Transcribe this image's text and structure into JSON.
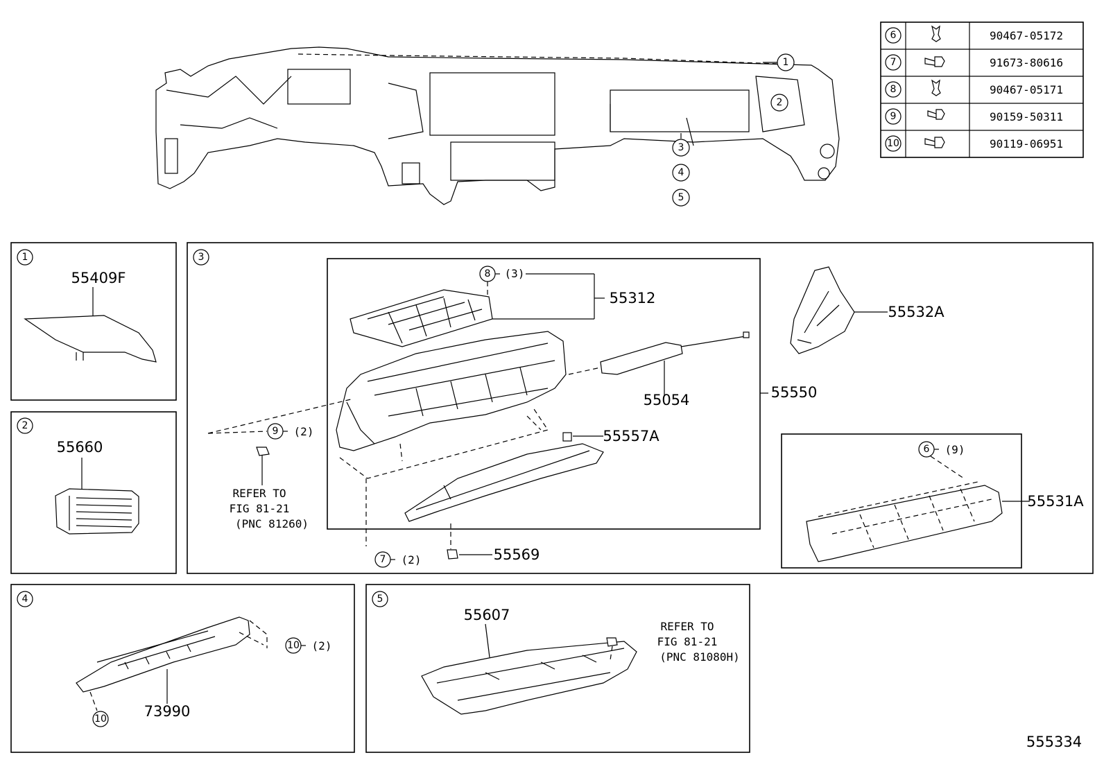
{
  "fastener_table": [
    {
      "ref": "6",
      "part": "90467-05172"
    },
    {
      "ref": "7",
      "part": "91673-80616"
    },
    {
      "ref": "8",
      "part": "90467-05171"
    },
    {
      "ref": "9",
      "part": "90159-50311"
    },
    {
      "ref": "10",
      "part": "90119-06951"
    }
  ],
  "overview_callouts": [
    "1",
    "2",
    "3",
    "4",
    "5"
  ],
  "panel1": {
    "ref": "1",
    "part": "55409F"
  },
  "panel2": {
    "ref": "2",
    "part": "55660"
  },
  "panel3": {
    "ref": "3",
    "parts": {
      "p55312": "55312",
      "p55054": "55054",
      "p55550": "55550",
      "p55557A": "55557A",
      "p55569": "55569",
      "p55532A": "55532A",
      "p55531A": "55531A"
    },
    "callouts": {
      "c8": "8",
      "c8_qty": "(3)",
      "c9": "9",
      "c9_qty": "(2)",
      "c7": "7",
      "c7_qty": "(2)",
      "c6": "6",
      "c6_qty": "(9)"
    },
    "refer": {
      "line1": "REFER TO",
      "line2": "FIG 81-21",
      "line3": "(PNC 81260)"
    }
  },
  "panel4": {
    "ref": "4",
    "part": "73990",
    "c10a": "10",
    "c10a_qty": "(2)",
    "c10b": "10"
  },
  "panel5": {
    "ref": "5",
    "part": "55607",
    "refer": {
      "line1": "REFER TO",
      "line2": "FIG 81-21",
      "line3": "(PNC 81080H)"
    }
  },
  "figure_id": "555334"
}
